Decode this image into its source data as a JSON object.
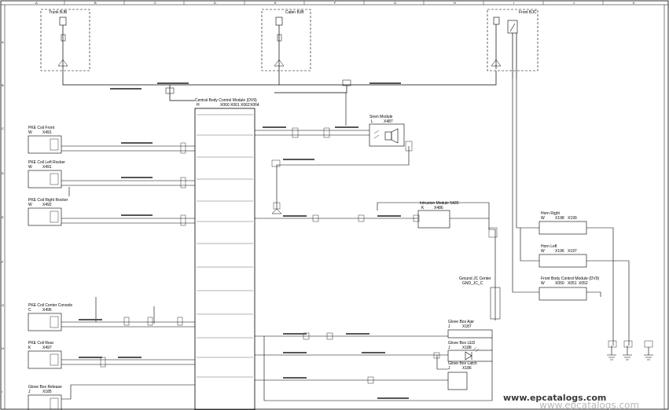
{
  "grid": {
    "columns": [
      "A",
      "B",
      "C",
      "D",
      "E",
      "F",
      "G",
      "H",
      "I",
      "J",
      "K"
    ],
    "rows": [
      "A",
      "B",
      "C",
      "D",
      "E",
      "F",
      "G",
      "H",
      "I"
    ]
  },
  "fuse_boxes": [
    {
      "id": "trunk",
      "label": "Trunk BJB"
    },
    {
      "id": "cabin",
      "label": "Cabin BJB"
    },
    {
      "id": "front",
      "label": "Front BJC"
    }
  ],
  "left_coils": [
    {
      "name": "PKE Coil Front",
      "conn_letter": "W",
      "conn_id": "X491"
    },
    {
      "name": "PKE Coil Left Rocker",
      "conn_letter": "W",
      "conn_id": "X491"
    },
    {
      "name": "PKE Coil Right Rocker",
      "conn_letter": "W",
      "conn_id": "X492"
    },
    {
      "name": "PKE Coil Center Console",
      "conn_letter": "C",
      "conn_id": "X496"
    },
    {
      "name": "PKE Coil Rear",
      "conn_letter": "K",
      "conn_id": "X497"
    },
    {
      "name": "Glove Box Release",
      "conn_letter": "J",
      "conn_id": "X185"
    }
  ],
  "cbcm": {
    "title": "Central Body Control Module (DV9)",
    "letter": "H",
    "connectors": [
      "X060",
      "X061",
      "X062",
      "X064"
    ]
  },
  "siren": {
    "title": "Siren Module",
    "letter": "L",
    "id": "X487"
  },
  "intrusion": {
    "title": "Intrusion Module 5435",
    "letter": "K",
    "id": "X486"
  },
  "ground": {
    "title": "Ground JC Center",
    "id": "GND_JC_C"
  },
  "horn_right": {
    "title": "Horn Right",
    "letter": "W",
    "ids": [
      "X198",
      "X199"
    ]
  },
  "horn_left": {
    "title": "Horn Left",
    "letter": "W",
    "ids": [
      "X196",
      "X197"
    ]
  },
  "fbcm": {
    "title": "Front Body Control Module (DV9)",
    "letter": "W",
    "ids": [
      "X050",
      "X051",
      "X052"
    ]
  },
  "glove_ajar": {
    "title": "Glove Box Ajar",
    "letter": "J",
    "id": "X187"
  },
  "glove_led": {
    "title": "Glove Box LED",
    "letter": "J",
    "id": "X188"
  },
  "glove_latch": {
    "title": "Glove Box Latch",
    "letter": "J",
    "id": "X186"
  },
  "watermark": {
    "text": "www.epcatalogs.com"
  }
}
